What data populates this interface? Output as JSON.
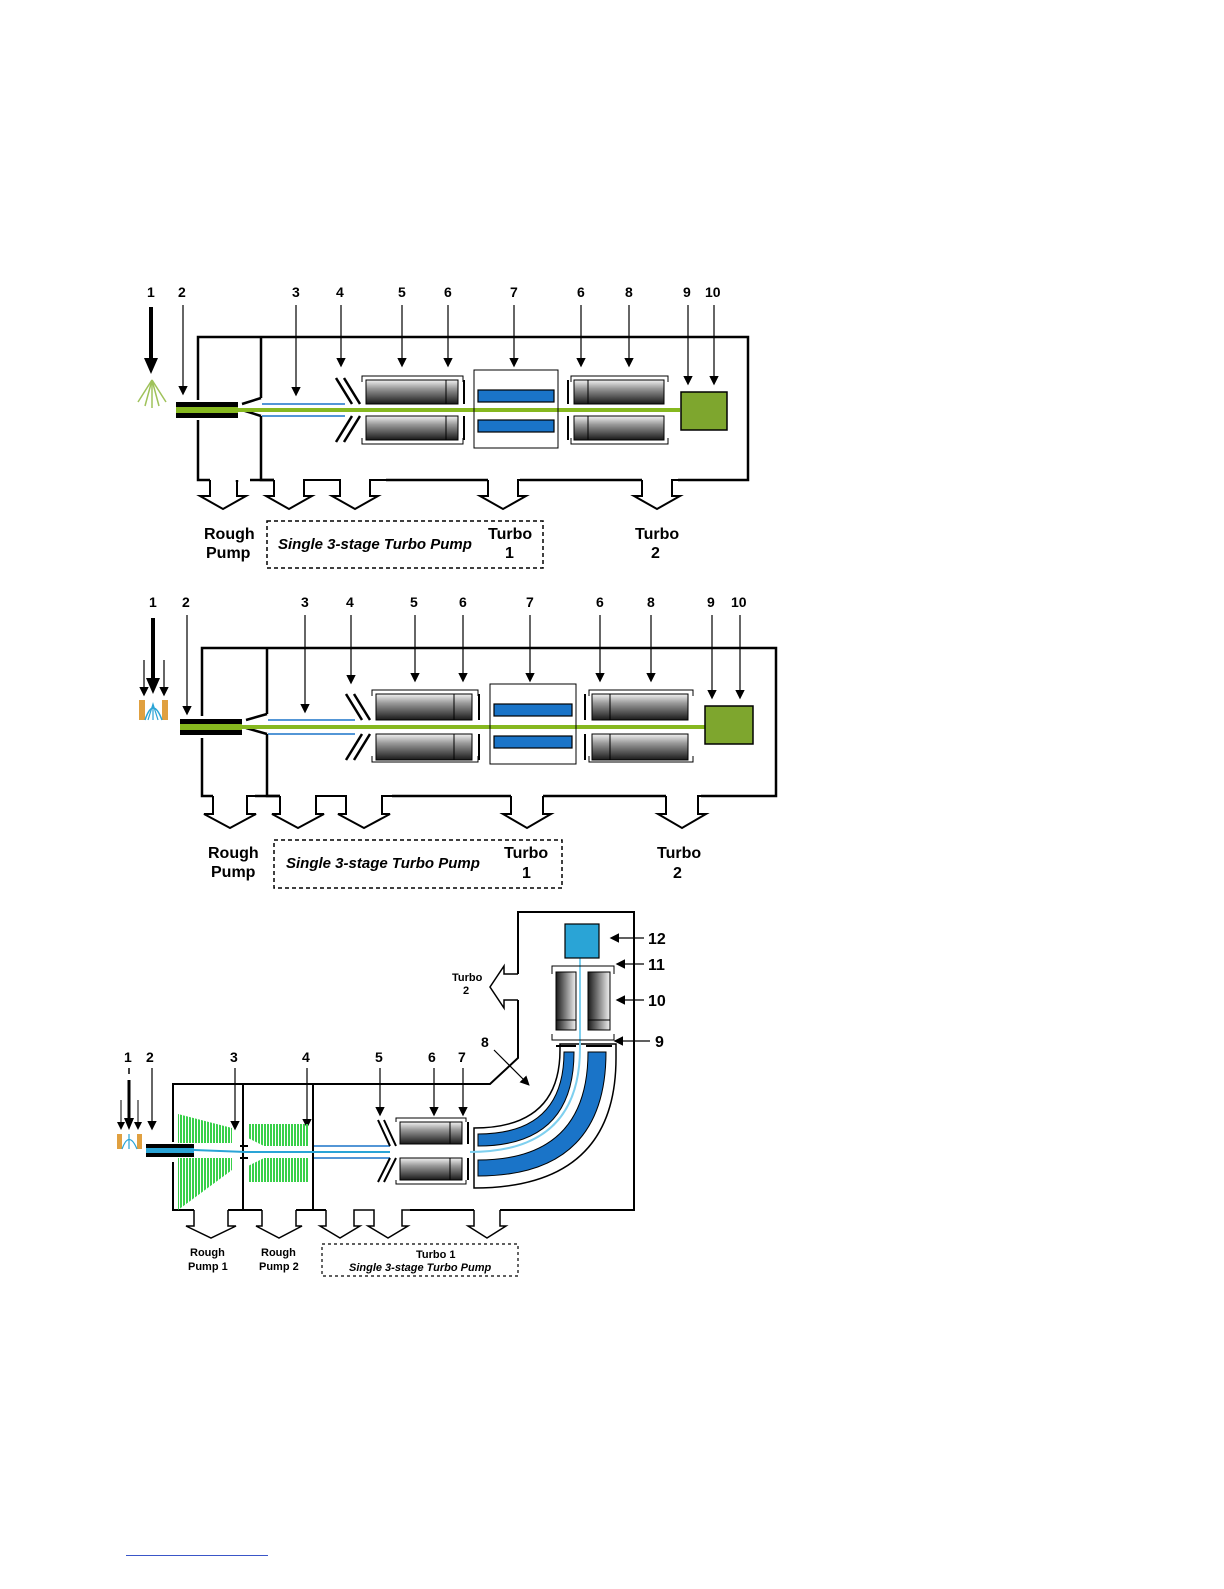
{
  "colors": {
    "green": "#86b81f",
    "detector": "#7ea62e",
    "blue": "#1a74c8",
    "cyan": "#2aa4d6",
    "gray": "#555555",
    "orange": "#e0a040",
    "footnote_rule": "#3a56c8"
  },
  "panel1": {
    "numbers": [
      "1",
      "2",
      "3",
      "4",
      "5",
      "6",
      "7",
      "6",
      "8",
      "9",
      "10"
    ],
    "pumps": {
      "rough": [
        "Rough",
        "Pump"
      ],
      "turbo1": [
        "Turbo",
        "1"
      ],
      "turbo2": [
        "Turbo",
        "2"
      ],
      "box_label": "Single 3-stage Turbo Pump"
    }
  },
  "panel2": {
    "numbers": [
      "1",
      "2",
      "3",
      "4",
      "5",
      "6",
      "7",
      "6",
      "8",
      "9",
      "10"
    ],
    "pumps": {
      "rough": [
        "Rough",
        "Pump"
      ],
      "turbo1": [
        "Turbo",
        "1"
      ],
      "turbo2": [
        "Turbo",
        "2"
      ],
      "box_label": "Single 3-stage Turbo Pump"
    }
  },
  "panel3": {
    "numbers_top": [
      "1",
      "2",
      "3",
      "4",
      "5",
      "6",
      "7"
    ],
    "num8": "8",
    "numbers_right": [
      "12",
      "11",
      "10",
      "9"
    ],
    "turbo2": [
      "Turbo",
      "2"
    ],
    "rough1": [
      "Rough",
      "Pump 1"
    ],
    "rough2": [
      "Rough",
      "Pump 2"
    ],
    "turbo1_box": [
      "Turbo 1",
      "Single 3-stage Turbo Pump"
    ]
  }
}
